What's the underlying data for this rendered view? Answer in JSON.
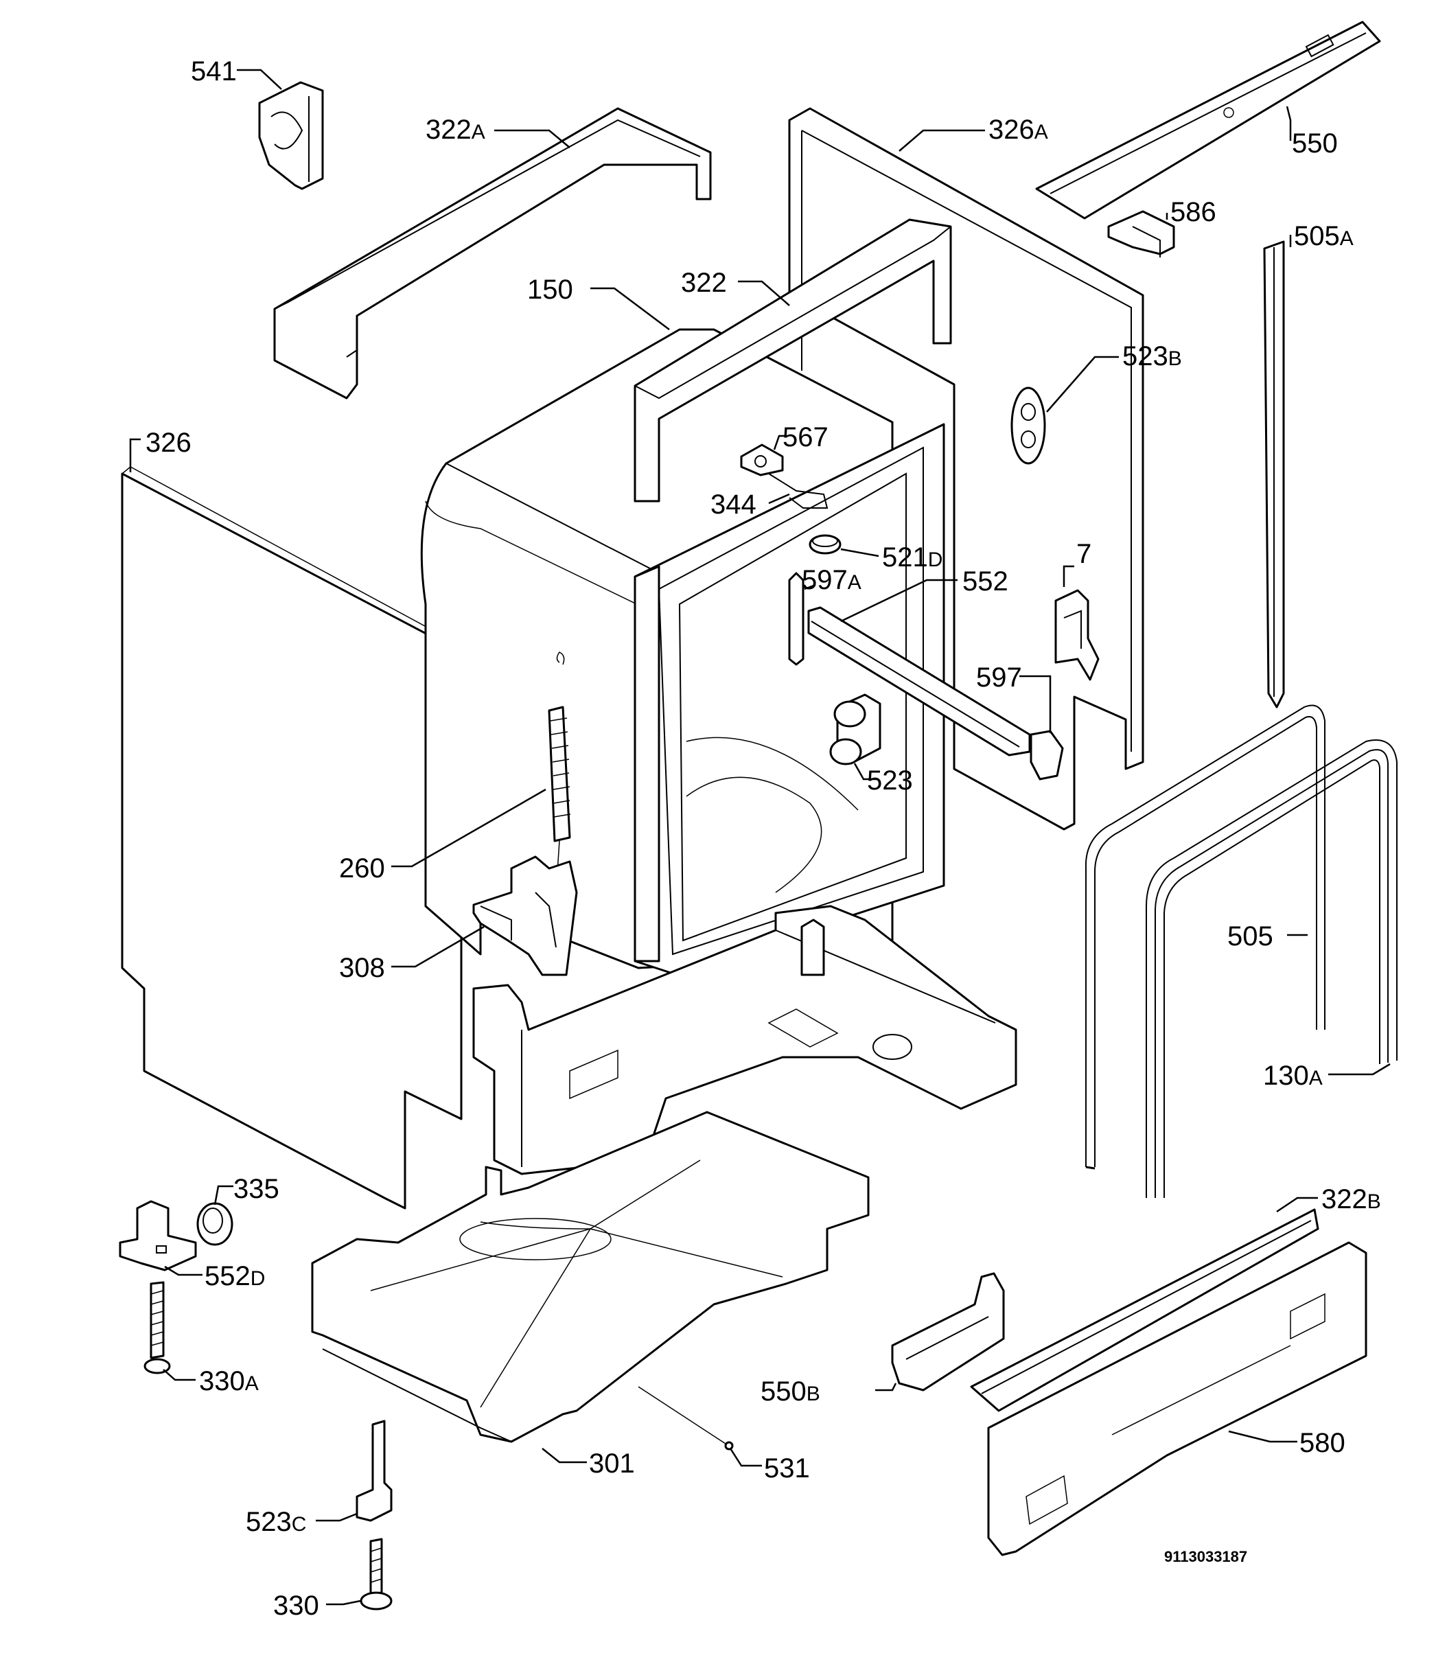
{
  "document_number": "9113033187",
  "callouts": [
    {
      "id": "541",
      "num": "541",
      "suffix": ""
    },
    {
      "id": "322A",
      "num": "322",
      "suffix": "A"
    },
    {
      "id": "326A",
      "num": "326",
      "suffix": "A"
    },
    {
      "id": "550",
      "num": "550",
      "suffix": ""
    },
    {
      "id": "586",
      "num": "586",
      "suffix": ""
    },
    {
      "id": "505A",
      "num": "505",
      "suffix": "A"
    },
    {
      "id": "322",
      "num": "322",
      "suffix": ""
    },
    {
      "id": "150",
      "num": "150",
      "suffix": ""
    },
    {
      "id": "523B",
      "num": "523",
      "suffix": "B"
    },
    {
      "id": "326",
      "num": "326",
      "suffix": ""
    },
    {
      "id": "567",
      "num": "567",
      "suffix": ""
    },
    {
      "id": "344",
      "num": "344",
      "suffix": ""
    },
    {
      "id": "521D",
      "num": "521",
      "suffix": "D"
    },
    {
      "id": "7",
      "num": "7",
      "suffix": ""
    },
    {
      "id": "597A",
      "num": "597",
      "suffix": "A"
    },
    {
      "id": "552",
      "num": "552",
      "suffix": ""
    },
    {
      "id": "597",
      "num": "597",
      "suffix": ""
    },
    {
      "id": "523",
      "num": "523",
      "suffix": ""
    },
    {
      "id": "260",
      "num": "260",
      "suffix": ""
    },
    {
      "id": "308",
      "num": "308",
      "suffix": ""
    },
    {
      "id": "505",
      "num": "505",
      "suffix": ""
    },
    {
      "id": "130A",
      "num": "130",
      "suffix": "A"
    },
    {
      "id": "335",
      "num": "335",
      "suffix": ""
    },
    {
      "id": "322B",
      "num": "322",
      "suffix": "B"
    },
    {
      "id": "552D",
      "num": "552",
      "suffix": "D"
    },
    {
      "id": "330A",
      "num": "330",
      "suffix": "A"
    },
    {
      "id": "550B",
      "num": "550",
      "suffix": "B"
    },
    {
      "id": "580",
      "num": "580",
      "suffix": ""
    },
    {
      "id": "301",
      "num": "301",
      "suffix": ""
    },
    {
      "id": "531",
      "num": "531",
      "suffix": ""
    },
    {
      "id": "523C",
      "num": "523",
      "suffix": "C"
    },
    {
      "id": "330",
      "num": "330",
      "suffix": ""
    }
  ]
}
